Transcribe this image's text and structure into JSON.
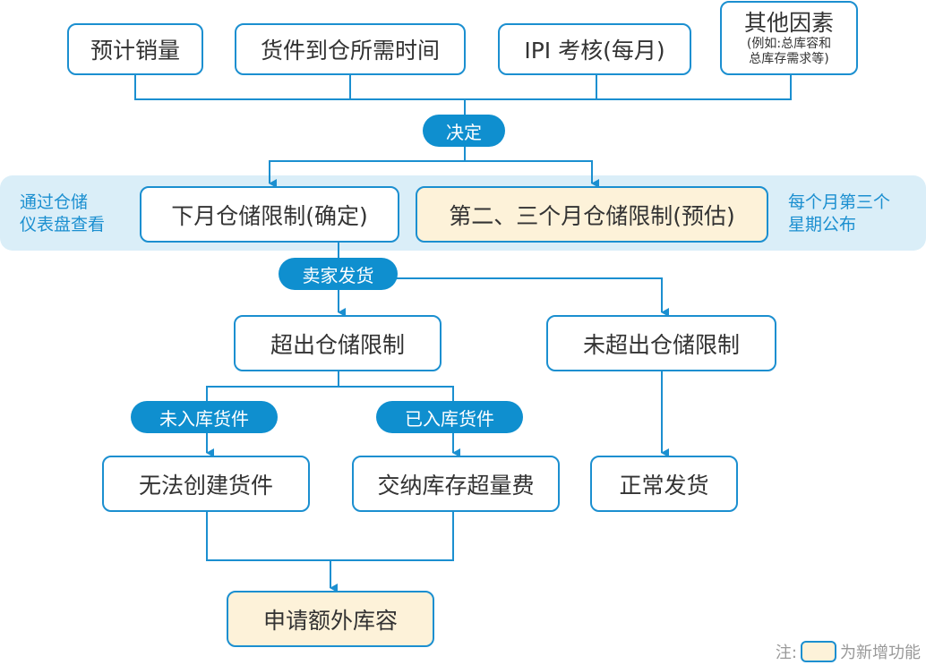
{
  "colors": {
    "accent": "#1b8fd0",
    "pill": "#0f8fcf",
    "band": "#daeef8",
    "new_feature": "#fdf2d9",
    "text": "#333333",
    "note": "#999999"
  },
  "inputs": {
    "forecast_sales": "预计销量",
    "shipment_transit_time": "货件到仓所需时间",
    "ipi_review": "IPI 考核(每月)",
    "other_factors": {
      "title": "其他因素",
      "detail_line1": "(例如:总库容和",
      "detail_line2": "总库存需求等)"
    }
  },
  "decide_label": "决定",
  "storage_band": {
    "left_note_line1": "通过仓储",
    "left_note_line2": "仪表盘查看",
    "next_month_limit": "下月仓储限制(确定)",
    "future_limit": "第二、三个月仓储限制(预估)",
    "right_note_line1": "每个月第三个",
    "right_note_line2": "星期公布"
  },
  "seller_ship_label": "卖家发货",
  "exceeds_limit": "超出仓储限制",
  "within_limit": "未超出仓储限制",
  "not_received_label": "未入库货件",
  "received_label": "已入库货件",
  "cannot_create": "无法创建货件",
  "pay_overage_fee": "交纳库存超量费",
  "normal_shipping": "正常发货",
  "request_capacity": "申请额外库容",
  "legend": {
    "prefix": "注:",
    "suffix": "为新增功能"
  }
}
